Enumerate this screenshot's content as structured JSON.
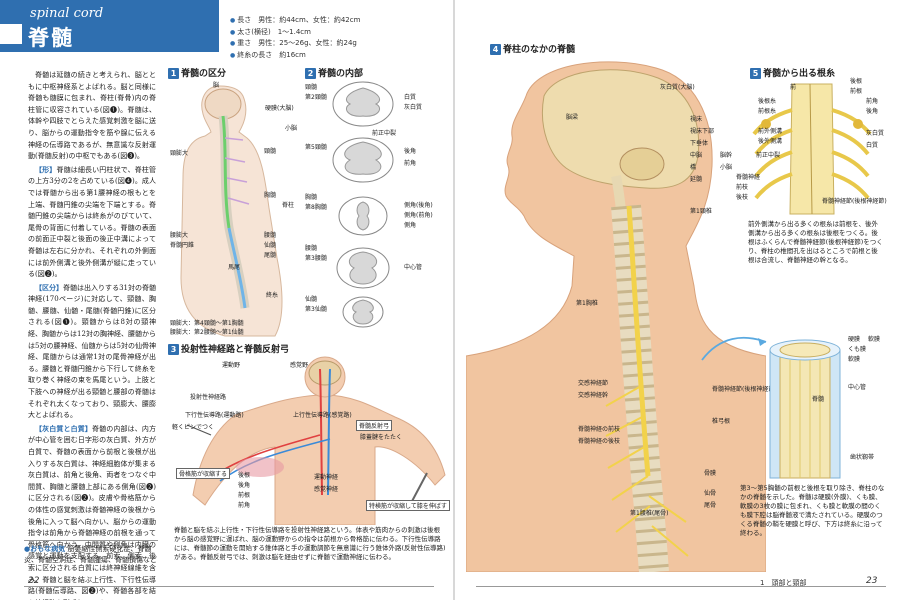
{
  "header": {
    "subtitle_en": "spinal cord",
    "title_ja": "脊髄",
    "specs": [
      "長さ　男性：約44cm、女性：約42cm",
      "太さ(横径)　1～1.4cm",
      "重さ　男性：25～26g、女性：約24g",
      "終糸の長さ　約16cm"
    ]
  },
  "body_text": {
    "intro": "脊髄は延髄の続きと考えられ、脳とともに中枢神経系とよばれる。脳と同様に脊髄も髄膜に包まれ、脊柱(脊骨)内の脊柱管に収容されている(図❶)。脊髄は、体幹や四肢でとらえた感覚刺激を脳に送り、脳からの運動指令を筋や腺に伝える神経の伝導路であるが、無意識な反射運動(脊髄反射)の中枢でもある(図❸)。",
    "form_head": "【形】",
    "form": "脊髄は細長い円柱状で、脊柱管の上方3分の2を占めている(図❹)。成人では脊髄から出る第1腰神経の根もとを上端、脊髄円錐の尖端を下端とする。脊髄円錐の尖端からは終糸がのびていて、尾骨の背面に付着している。脊髄の表面の前面正中裂と後面の後正中溝によって脊髄は左右に分かれ、それぞれの外側面には前外側溝と後外側溝が縦に走っている(図❷)。",
    "division_head": "【区分】",
    "division": "脊髄は出入りする31対の脊髄神経(170ページ)に対応して、頸髄、胸髄、腰髄、仙髄・尾髄(脊髄円錐)に区分される(図❶)。頸髄からは8対の頸神経、胸髄からは12対の胸神経、腰髄からは5対の腰神経、仙髄からは5対の仙骨神経、尾髄からは通常1対の尾骨神経が出る。腰髄と脊髄円錐から下行して終糸を取り巻く神経の束を馬尾という。上肢と下肢への神経が出る頸髄と腰部の脊髄はそれぞれ太くなっており、頸膨大、腰膨大とよばれる。",
    "matter_head": "【灰白質と白質】",
    "matter": "脊髄の内部は、内方が中心管を囲む日字形の灰白質、外方が白質で、脊髄の表面から前根と後根が出入りする灰白質は、神経細胞体が集まる灰白質は、前角と後角、両者をつなぐ中間質、胸髄と腰髄上部にある側角(図❷)に区分される(図❷)。皮膚や骨格筋からの体性の感覚刺激は脊髄神経の後根から後角に入って脳へ向かい、脳からの運動指令は前角から脊髄神経の前根を通って骨格筋へ向かう。中間質や側角は内臓の感覚と運動を支配する。前索、側索、後索に区分される白質には終神経線維を含み、脊髄と脳を結ぶ上行性、下行性伝導路(脊髄伝導路、図❷)や、脊髄各部を結ぶ神経路を形成している。"
  },
  "disease": {
    "head": "●おもな病気",
    "text": "筋萎縮性側索硬化症、脊髄炎、脊髄空洞症、脊髄腫瘍、脊髄損傷など"
  },
  "sections": {
    "s1": {
      "num": "1",
      "title": "脊髄の区分"
    },
    "s2": {
      "num": "2",
      "title": "脊髄の内部"
    },
    "s3": {
      "num": "3",
      "title": "投射性神経路と脊髄反射弓"
    },
    "s4": {
      "num": "4",
      "title": "脊柱のなかの脊髄"
    },
    "s5": {
      "num": "5",
      "title": "脊髄から出る根糸"
    }
  },
  "fig1": {
    "labels": [
      "脳",
      "延髄",
      "硬膜(大脳)",
      "小脳",
      "頸膨大",
      "頸髄",
      "腰膨大",
      "脊髄円錐",
      "胸髄",
      "腰髄",
      "仙髄",
      "尾髄",
      "馬尾",
      "終糸",
      "脊柱"
    ],
    "note": [
      "頸膨大：第4頸髄～第1胸髄",
      "腰膨大：第2腰髄～第1仙髄"
    ]
  },
  "fig2": {
    "levels": [
      "頸髄",
      "第2頸髄",
      "第5頸髄",
      "胸髄",
      "第8胸髄",
      "腰髄",
      "第3腰髄",
      "仙髄",
      "第3仙髄"
    ],
    "labels": [
      "白質",
      "灰白質",
      "前正中裂",
      "後角",
      "前角",
      "側角",
      "側角(後角)",
      "側角(前角)",
      "中心管"
    ]
  },
  "fig3": {
    "labels": [
      "運動野",
      "感覚野",
      "投射性神経路",
      "下行性伝導路(運動路)",
      "上行性伝導路(感覚路)",
      "軽くピンでつく",
      "脊髄反射弓",
      "膝蓋腱をたたく",
      "骨格筋が収縮する",
      "後根",
      "後角",
      "前根",
      "前角",
      "運動神経",
      "感覚神経",
      "特検筋が収縮して膝を伸ばす"
    ],
    "caption": "脊髄と脳を結ぶ上行性・下行性伝導路を投射性神経路という。体表や筋肉からの刺激は後根から脳の感覚野に運ばれ、脳の運動野からの指令は前根から骨格筋に伝わる。下行性伝導路には、脊髄節の運動を開始する錐体路と手の運動調節を無意識に行う錐体外路(反射性伝導路)がある。脊髄反射弓では、刺激は脳を経由せずに脊髄で運動神経に伝わる。"
  },
  "fig4": {
    "labels": [
      "脳梁",
      "視床",
      "視床下部",
      "下垂体",
      "中脳",
      "橋",
      "延髄",
      "第1頸椎",
      "第1胸椎",
      "灰白質(大脳)",
      "脳幹",
      "小脳",
      "脳幹",
      "第1腰椎(尾骨)",
      "交感神経節",
      "交感神経幹",
      "脊髄神経節(後根神経節)",
      "脊髄神経の前枝",
      "脊髄神経の後枝",
      "椎弓根",
      "骨膜",
      "仙骨",
      "尾骨"
    ]
  },
  "fig5": {
    "labels": [
      "前",
      "後根",
      "前根",
      "後根糸",
      "前根糸",
      "前角",
      "後角",
      "前外側溝",
      "後外側溝",
      "灰白質",
      "白質",
      "前正中裂",
      "脊髄神経節(後根神経節)",
      "脊髄神経",
      "前枝",
      "後枝",
      "硬膜",
      "くも膜",
      "軟膜",
      "軟膜",
      "中心管",
      "終糸",
      "歯状靱帯",
      "脊髄",
      "歯状靱帯"
    ],
    "caption": "前外側溝から出る多くの根糸は前根を、後外側溝から出る多くの根糸は後根をつくる。後根はふくらんで脊髄神経節(後根神経節)をつくり、脊柱の椎間孔を出はるところで前根と後根は合流し、脊髄神経の幹となる。",
    "caption2": "第3～第5胸髄の前根と後根を取り除き、脊柱のなかの脊髄を示した。脊髄は硬膜(外膜)、くも膜、軟膜の3枚の膜に包まれ、くも膜と軟膜の間のくも膜下腔は脳脊髄液で満たされている。硬膜のつくる脊髄の鞘を硬膜と呼び、下方は終糸に沿って終わる。"
  },
  "footer": {
    "left_page": "22",
    "right_section": "1　頭部と頸部",
    "right_page": "23"
  },
  "colors": {
    "accent": "#2f6fb0",
    "nerve": "#f2d24b",
    "skin": "#f2c8a6",
    "bone": "#efe3c2"
  }
}
